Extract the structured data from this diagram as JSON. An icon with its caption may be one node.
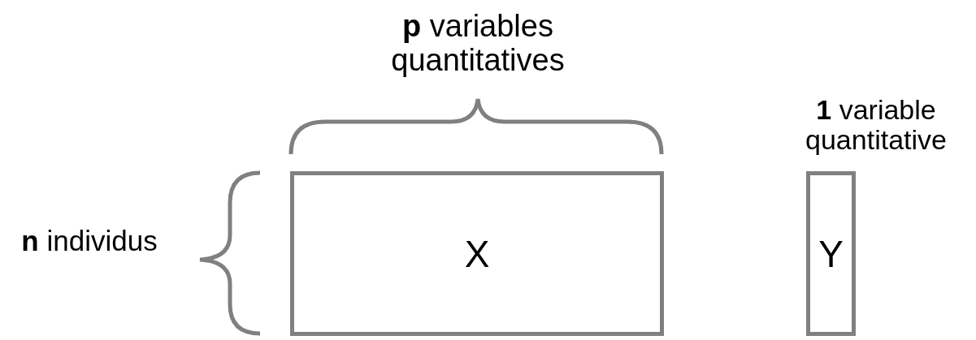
{
  "diagram": {
    "nodes": [
      {
        "text": [
          "X"
        ]
      },
      {
        "text": [
          "Y"
        ]
      }
    ],
    "labels": [
      "**p** variables quantitatives",
      "**1** variable quantitative",
      "**n** individus"
    ]
  }
}
